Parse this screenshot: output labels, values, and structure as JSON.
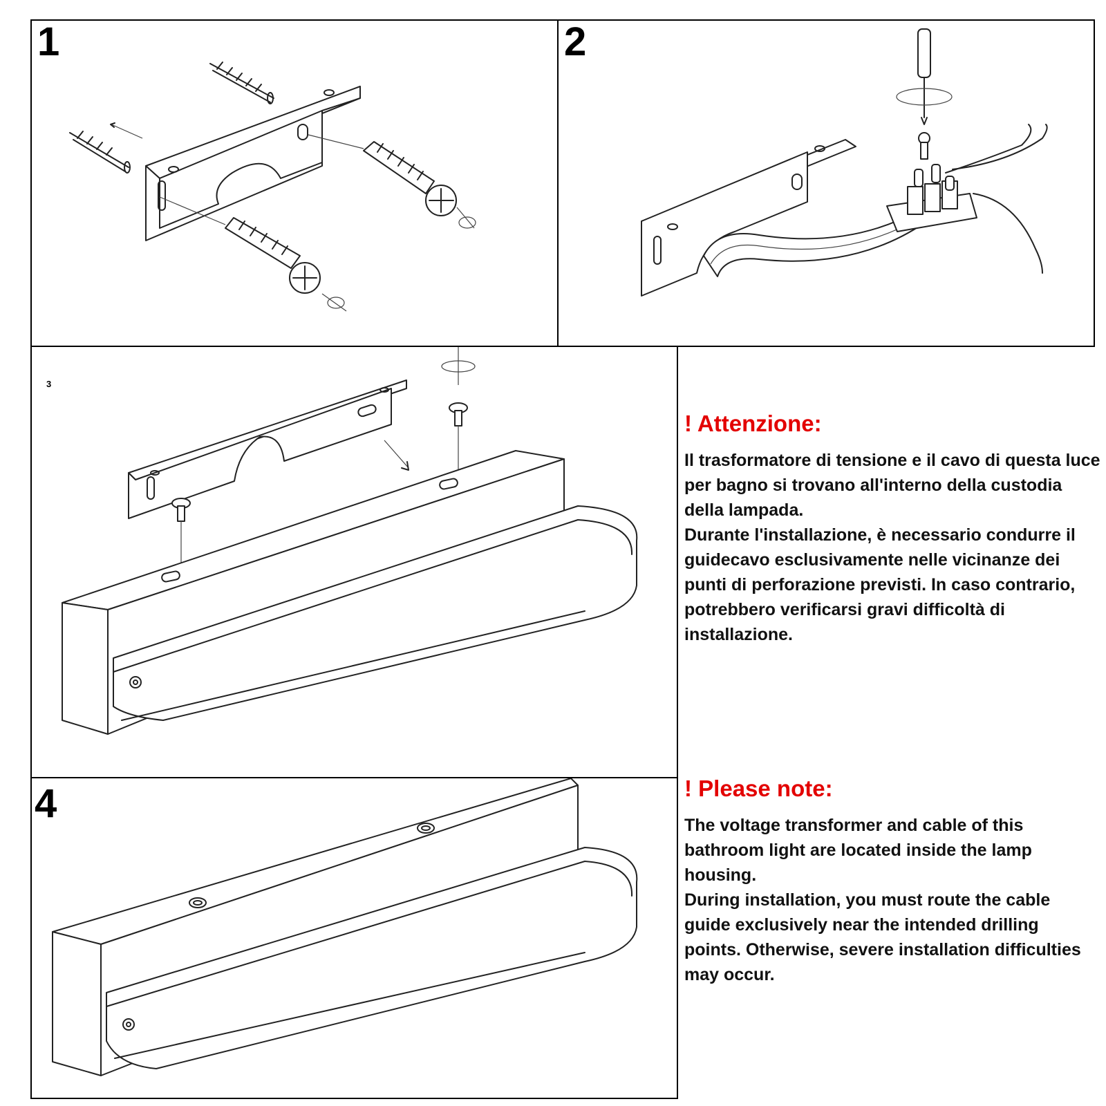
{
  "steps": [
    {
      "number": "1"
    },
    {
      "number": "2"
    },
    {
      "number": "3"
    },
    {
      "number": "4"
    }
  ],
  "notes": {
    "italian": {
      "title": "! Attenzione:",
      "paragraphs": [
        "Il trasformatore di tensione e il cavo di questa luce per bagno si trovano all'interno della custodia della lampada.",
        "Durante l'installazione, è necessario condurre il guidecavo esclusivamente nelle vicinanze dei punti di perforazione previsti. In caso contrario, potrebbero verificarsi gravi difficoltà di installazione."
      ]
    },
    "english": {
      "title": "! Please note:",
      "paragraphs": [
        "The voltage transformer and cable of this bathroom light are located inside the lamp housing.",
        "During installation, you must route the cable guide exclusively near the intended drilling points. Otherwise, severe installation difficulties may occur."
      ]
    }
  },
  "colors": {
    "warning_title": "#e30000",
    "text": "#111111",
    "border": "#000000"
  }
}
